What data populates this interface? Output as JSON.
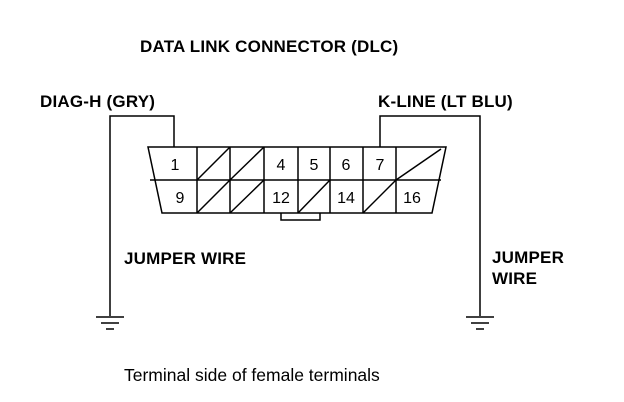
{
  "title": "DATA LINK CONNECTOR (DLC)",
  "left_wire_label": "DIAG-H (GRY)",
  "right_wire_label": "K-LINE (LT BLU)",
  "left_jumper_label": "JUMPER WIRE",
  "right_jumper_label": [
    "JUMPER",
    "WIRE"
  ],
  "caption": "Terminal side of female terminals",
  "connector": {
    "top_row": [
      "1",
      "",
      "",
      "4",
      "5",
      "6",
      "7",
      ""
    ],
    "bottom_row": [
      "9",
      "",
      "",
      "12",
      "",
      "14",
      "",
      "16"
    ]
  },
  "colors": {
    "line": "#000000",
    "background": "#ffffff"
  }
}
